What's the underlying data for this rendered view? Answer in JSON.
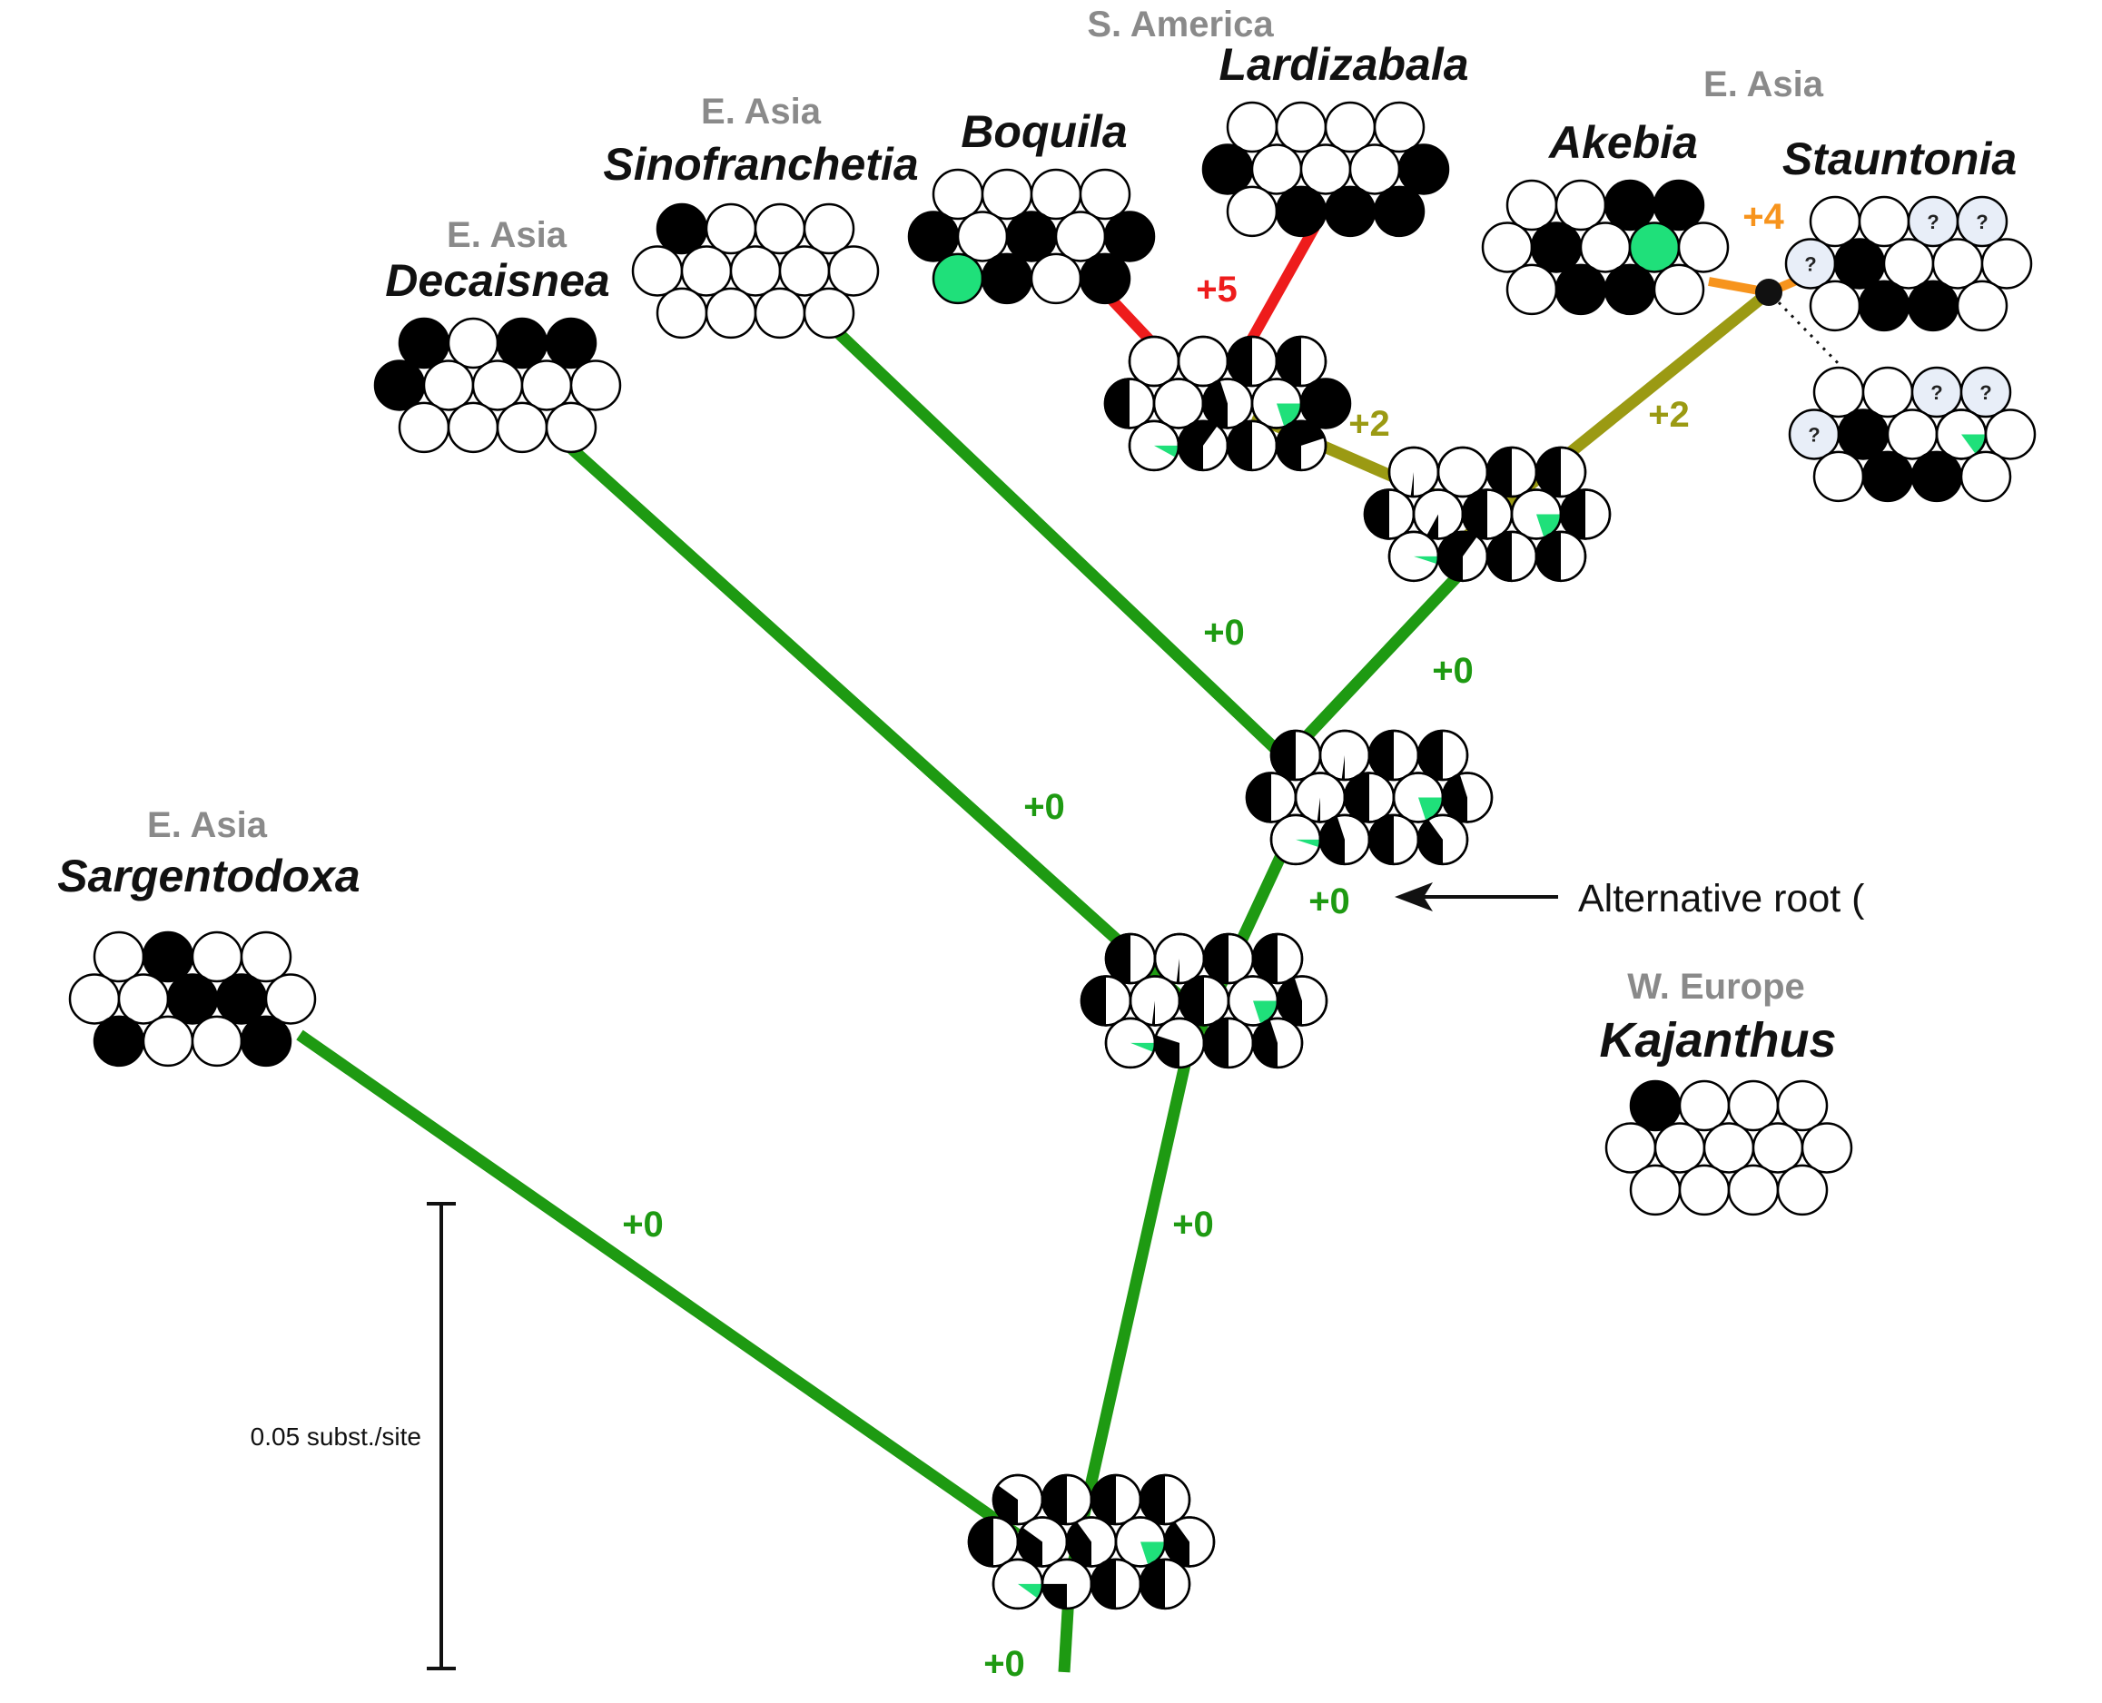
{
  "colors": {
    "green_branch": "#1e9a12",
    "olive_branch": "#9b9a13",
    "red_branch": "#ee1c1c",
    "orange_branch": "#f7941d",
    "green_label": "#1e9a12",
    "olive_label": "#9b9a13",
    "red_label": "#ee1c1c",
    "orange_label": "#f7941d",
    "region_text": "#8a8a8a",
    "highlight_state": "#1fe07a",
    "unknown_fill": "#e8eef8"
  },
  "regions": {
    "south_america": "S. America",
    "east_asia_sinofranchetia": "E. Asia",
    "east_asia_decaisnea": "E. Asia",
    "east_asia_akebia": "E. Asia",
    "east_asia_sargentodoxa": "E. Asia",
    "west_europe": "W. Europe"
  },
  "taxa": {
    "lardizabala": "Lardizabala",
    "boquila": "Boquila",
    "sinofranchetia": "Sinofranchetia",
    "decaisnea": "Decaisnea",
    "akebia": "Akebia",
    "stauntonia": "Stauntonia",
    "sargentodoxa": "Sargentodoxa",
    "kajanthus": "Kajanthus"
  },
  "branch_labels": {
    "boquila_lardizabala": "+5",
    "boq_lard_clade": "+2",
    "akebia_stauntonia_clade": "+2",
    "stauntonia": "+4",
    "sinofranchetia": "+0",
    "lardiz_akebia_clade": "+0",
    "decaisnea": "+0",
    "inner_node": "+0",
    "sargentodoxa": "+0",
    "crown": "+0",
    "root": "+0"
  },
  "annotation": {
    "alternative_root": "Alternative root ("
  },
  "scale_bar": {
    "label": "0.05 subst./site"
  },
  "unknown_mark": "?"
}
